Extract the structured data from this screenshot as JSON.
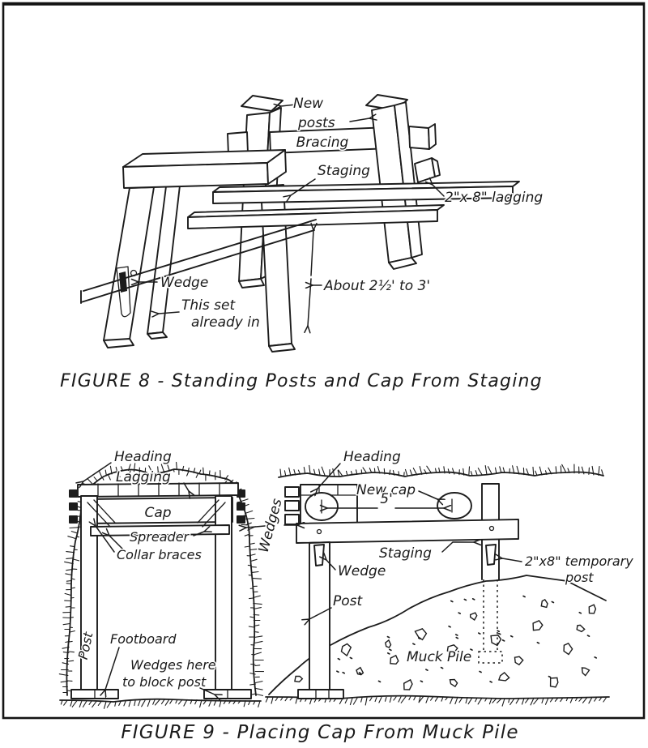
{
  "figure8": {
    "caption": "FIGURE 8 - Standing Posts and Cap From Staging",
    "labels": {
      "new": "New",
      "posts": "posts",
      "bracing": "Bracing",
      "staging": "Staging",
      "lagging": "2\"x 8\" lagging",
      "wedge": "Wedge",
      "this_set_1": "This set",
      "this_set_2": "already in",
      "about": "About 2½' to 3'"
    }
  },
  "figure9": {
    "caption": "FIGURE 9 - Placing Cap From Muck Pile",
    "cross_section": {
      "heading": "Heading",
      "lagging": "Lagging",
      "cap": "Cap",
      "spreader": "Spreader",
      "collar_braces": "Collar braces",
      "wedges": "Wedges",
      "post": "Post",
      "footboard": "Footboard",
      "wedges_here_1": "Wedges here",
      "wedges_here_2": "to block post"
    },
    "side_view": {
      "heading": "Heading",
      "new_cap": "New cap",
      "span": "5'",
      "staging": "Staging",
      "wedge": "Wedge",
      "post": "Post",
      "temporary_post_1": "2\"x8\" temporary",
      "temporary_post_2": "post",
      "muck_pile": "Muck Pile"
    }
  }
}
